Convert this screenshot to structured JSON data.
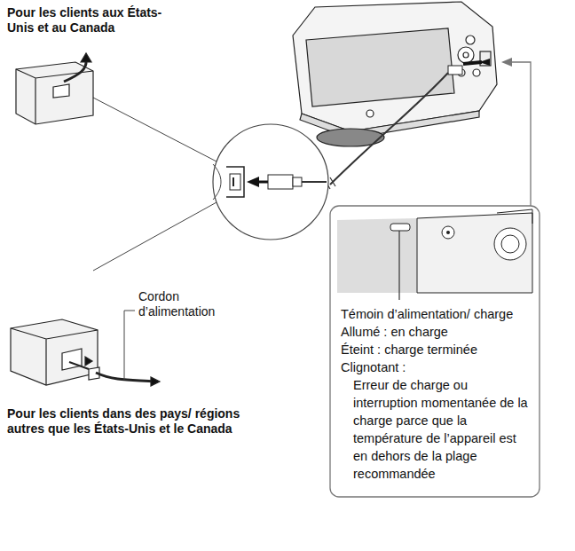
{
  "diagram": {
    "nodes": [
      {
        "text": [
          "Témoin d’alimentation/ charge",
          "Allumé : en charge",
          "Éteint : charge terminée",
          "Clignotant :",
          "Erreur de charge ou interruption momentanée de la charge parce que la température de l’appareil est en dehors de la plage recommandée"
        ]
      }
    ],
    "labels": [
      "Pour les clients aux États-Unis et au Canada",
      "Cordon d’alimentation",
      "Pour les clients dans des pays/ régions autres que les États-Unis et le Canada"
    ]
  }
}
